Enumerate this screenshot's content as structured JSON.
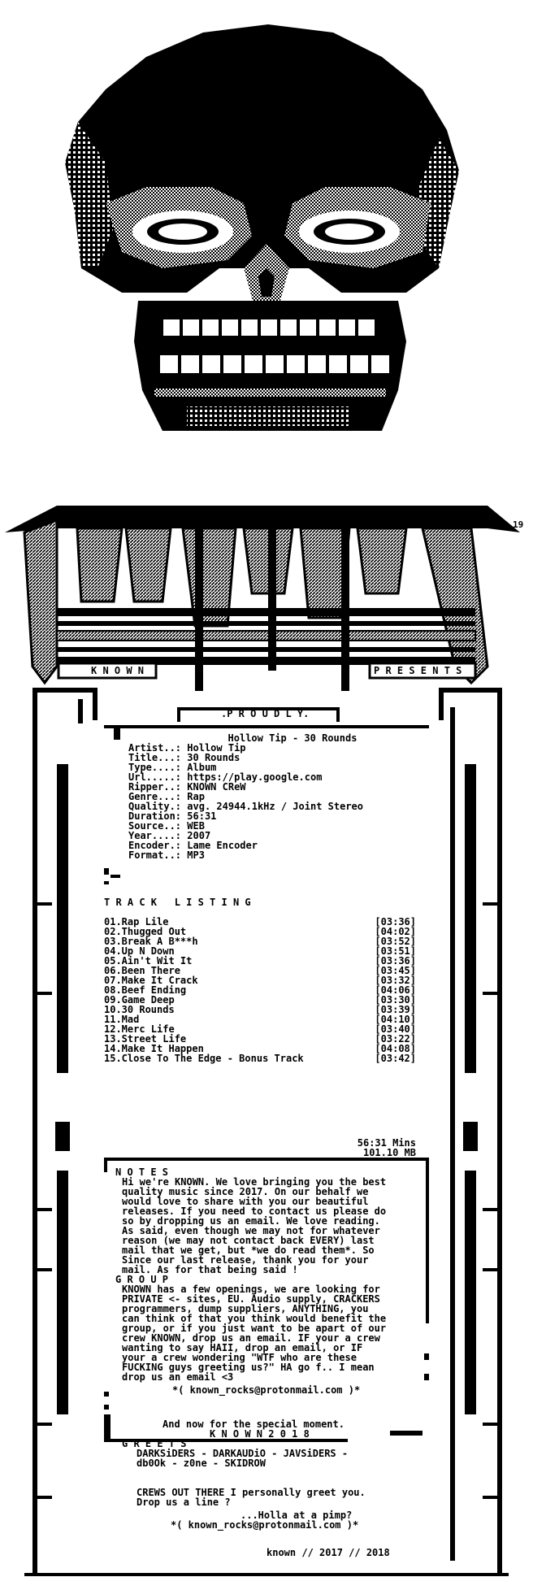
{
  "banner": {
    "logo_superscript": "19",
    "known_label": "K N O W N",
    "presents_label": "P R E S E N T S",
    "proudly_label": ".P R O U D L Y."
  },
  "release": {
    "title_line": "Hollow Tip - 30 Rounds",
    "fields": [
      {
        "label": "Artist..:",
        "value": "Hollow Tip"
      },
      {
        "label": "Title...:",
        "value": "30 Rounds"
      },
      {
        "label": "Type....:",
        "value": "Album"
      },
      {
        "label": "Url.....:",
        "value": "https://play.google.com"
      },
      {
        "label": "Ripper..:",
        "value": "KNOWN CReW"
      },
      {
        "label": "Genre...:",
        "value": "Rap"
      },
      {
        "label": "Quality.:",
        "value": "avg. 24944.1kHz / Joint Stereo"
      },
      {
        "label": "Duration:",
        "value": "56:31"
      },
      {
        "label": "Source..:",
        "value": "WEB"
      },
      {
        "label": "Year....:",
        "value": "2007"
      },
      {
        "label": "Encoder.:",
        "value": "Lame Encoder"
      },
      {
        "label": "Format..:",
        "value": "MP3"
      }
    ]
  },
  "tracklist": {
    "heading": "T R A C K   L I S T I N G",
    "tracks": [
      {
        "name": "01.Rap Lile",
        "time": "[03:36]"
      },
      {
        "name": "02.Thugged Out",
        "time": "[04:02]"
      },
      {
        "name": "03.Break A B***h",
        "time": "[03:52]"
      },
      {
        "name": "04.Up N Down",
        "time": "[03:51]"
      },
      {
        "name": "05.Ain't Wit It",
        "time": "[03:36]"
      },
      {
        "name": "06.Been There",
        "time": "[03:45]"
      },
      {
        "name": "07.Make It Crack",
        "time": "[03:32]"
      },
      {
        "name": "08.Beef Ending",
        "time": "[04:06]"
      },
      {
        "name": "09.Game Deep",
        "time": "[03:30]"
      },
      {
        "name": "10.30 Rounds",
        "time": "[03:39]"
      },
      {
        "name": "11.Mad",
        "time": "[04:10]"
      },
      {
        "name": "12.Merc Life",
        "time": "[03:40]"
      },
      {
        "name": "13.Street Life",
        "time": "[03:22]"
      },
      {
        "name": "14.Make It Happen",
        "time": "[04:08]"
      },
      {
        "name": "15.Close To The Edge - Bonus Track",
        "time": "[03:42]"
      }
    ],
    "total_time": "56:31 Mins",
    "total_size": "101.10 MB"
  },
  "notes": {
    "heading": "N O T E S",
    "lines": [
      "Hi we're KNOWN. We love bringing you the best",
      "quality music since 2017. On our behalf we",
      "would love to share with you our beautiful",
      "releases. If you need to contact us please do",
      "so by dropping us an email. We love reading.",
      "As said, even though we may not for whatever",
      "reason (we may not contact back EVERY) last",
      "mail that we get, but *we do read them*. So",
      "Since our last release, thank you for your",
      "mail. As for that being said !"
    ]
  },
  "group": {
    "heading": "G R O U P",
    "lines": [
      "KNOWN has a few openings, we are looking for",
      "PRIVATE <- sites, EU. Audio supply, CRACKERS",
      "programmers, dump suppliers, ANYTHING, you",
      "can think of that you think would benefit the",
      "group, or if you just want to be apart of our",
      "crew KNOWN, drop us an email. IF your a crew",
      "wanting to say HAII, drop an email, or IF",
      "your a crew wondering \"WTF who are these",
      "FUCKING guys greeting us?\" HA go f.. I mean",
      "drop us an email <3"
    ],
    "email": "*( known_rocks@protonmail.com )*"
  },
  "special": {
    "line": "And now for the special moment.",
    "known_year": "K N O W N 2 0 1 8"
  },
  "greets": {
    "heading": "G R E E T S",
    "lines": [
      "DARKSiDERS - DARKAUDiO - JAVSiDERS -",
      "db0Ok - z0ne - SKIDROW"
    ],
    "crews_line_1": "CREWS OUT THERE I personally greet you.",
    "crews_line_2": "Drop us a line ?",
    "holla": "...Holla at a pimp?",
    "email": "*( known_rocks@protonmail.com )*"
  },
  "footer": {
    "signature": "known // 2017 // 2018"
  }
}
